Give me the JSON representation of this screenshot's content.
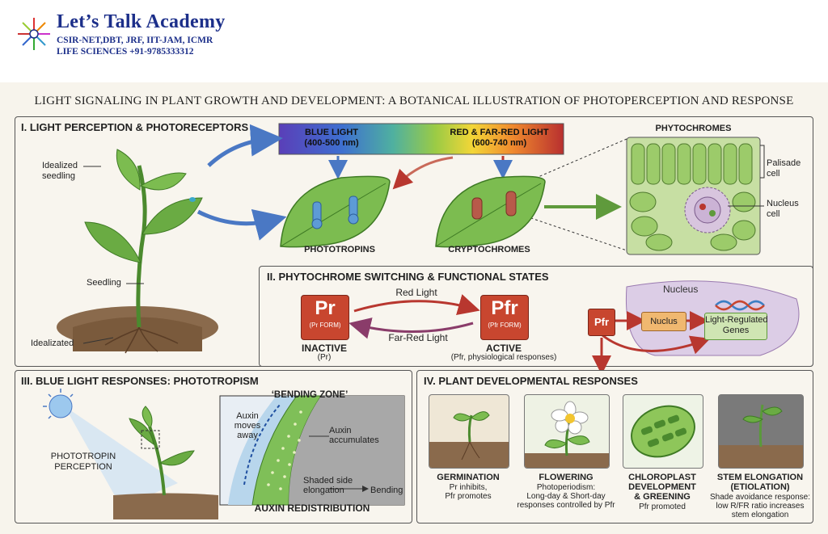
{
  "header": {
    "brand": "Let’s Talk Academy",
    "line1": "CSIR-NET,DBT, JRF, IIT-JAM, ICMR",
    "line2": "LIFE SCIENCES  +91-9785333312"
  },
  "title": "LIGHT SIGNALING IN PLANT GROWTH AND DEVELOPMENT: A BOTANICAL ILLUSTRATION OF PHOTOPERCEPTION AND RESPONSE",
  "panel1": {
    "title": "I. LIGHT PERCEPTION & PHOTORECEPTORS",
    "idealized_seedling": "Idealized\nseedling",
    "seedling": "Seedling",
    "idealizated": "Idealizated",
    "blue_light": "BLUE LIGHT\n(400-500 nm)",
    "red_light": "RED & FAR-RED LIGHT\n(600-740 nm)",
    "phototropins": "PHOTOTROPINS",
    "cryptochromes": "CRYPTOCHROMES",
    "phytochromes": "PHYTOCHROMES",
    "palisade": "Palisade\ncell",
    "nucleus_cell": "Nucleus\ncell"
  },
  "panel2": {
    "title": "II. PHYTOCHROME SWITCHING & FUNCTIONAL STATES",
    "pr": "Pr",
    "pr_form": "(Pr FORM)",
    "pfr": "Pfr",
    "pfr_form": "(Pfr FORM)",
    "red_light": "Red Light",
    "far_red_light": "Far-Red Light",
    "inactive": "INACTIVE",
    "inactive_sub": "(Pr)",
    "active": "ACTIVE",
    "active_sub": "(Pfr, physiological responses)",
    "pfr_small": "Pfr",
    "nucleus_label": "Nucleus",
    "nuclus": "Nuclus",
    "genes": "Light-Regulated\nGenes"
  },
  "panel3": {
    "title": "III. BLUE LIGHT RESPONSES: PHOTOTROPISM",
    "perception": "PHOTOTROPIN\nPERCEPTION",
    "bending_zone": "‘BENDING ZONE’",
    "auxin_away": "Auxin\nmoves\naway",
    "auxin_acc": "Auxin\naccumulates",
    "shaded": "Shaded side\nelongation",
    "bending": "Bending",
    "redistribution": "AUXIN REDISTRIBUTION"
  },
  "panel4": {
    "title": "IV. PLANT DEVELOPMENTAL RESPONSES",
    "items": [
      {
        "title": "GERMINATION",
        "desc": "Pr inhibits,\nPfr promotes"
      },
      {
        "title": "FLOWERING",
        "desc": "Photoperiodism:\nLong-day & Short-day\nresponses controlled by Pfr"
      },
      {
        "title": "CHLOROPLAST\nDEVELOPMENT\n& GREENING",
        "desc": "Pfr promoted"
      },
      {
        "title": "STEM ELONGATION\n(ETIOLATION)",
        "desc": "Shade avoidance response:\nlow R/FR ratio increases\nstem elongation"
      }
    ]
  },
  "colors": {
    "blue": "#4a78c4",
    "red": "#b8372f",
    "green": "#5f9a3c",
    "paper": "#f7f4ec"
  }
}
